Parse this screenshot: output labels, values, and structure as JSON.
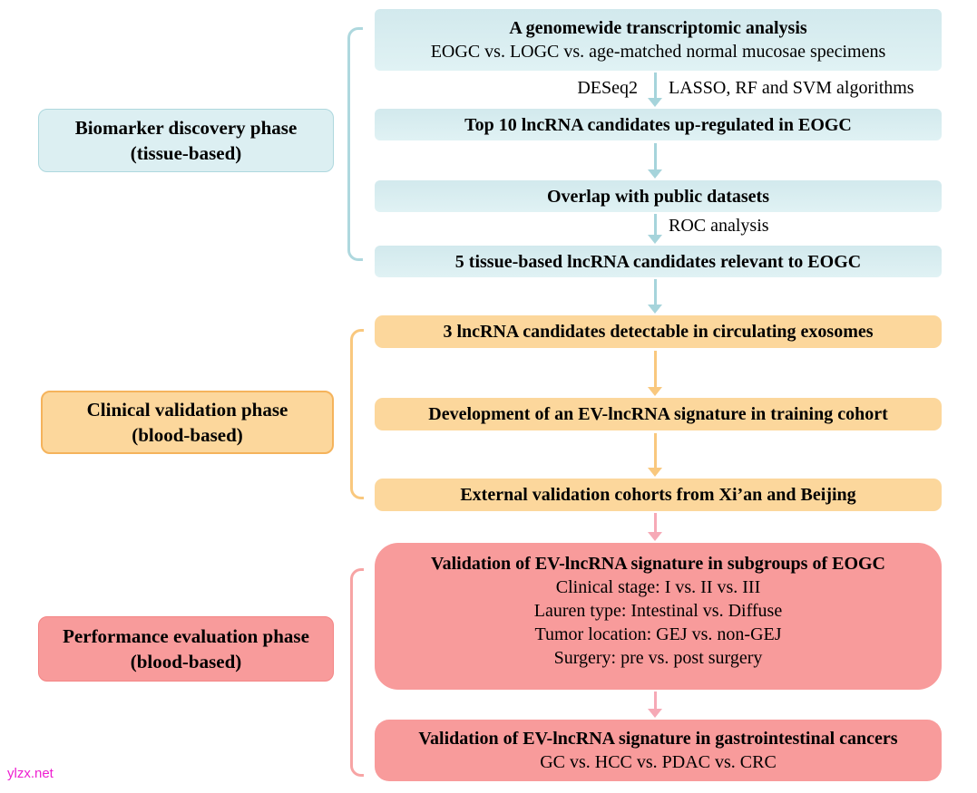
{
  "watermark": "ylzx.net",
  "colors": {
    "teal_box": "#d9edf0",
    "teal_accent": "#a6d4db",
    "orange_box": "#fcd79c",
    "orange_accent": "#f9c87e",
    "pink_box": "#f89b9b",
    "pink_accent": "#f6a9b6",
    "watermark_color": "#ee1fd0",
    "text_color": "#000000"
  },
  "phases": [
    {
      "label_line1": "Biomarker discovery phase",
      "label_line2": "(tissue-based)"
    },
    {
      "label_line1": "Clinical validation phase",
      "label_line2": "(blood-based)"
    },
    {
      "label_line1": "Performance evaluation phase",
      "label_line2": "(blood-based)"
    }
  ],
  "flow": {
    "box1_title": "A genomewide transcriptomic analysis",
    "box1_subtitle": "EOGC vs. LOGC vs. age-matched normal mucosae specimens",
    "arrow1_left_label": "DESeq2",
    "arrow1_right_label": "LASSO, RF and SVM algorithms",
    "box2_title": "Top 10 lncRNA candidates up-regulated in EOGC",
    "box3_title": "Overlap with public datasets",
    "arrow3_label": "ROC analysis",
    "box4_title": "5 tissue-based lncRNA candidates relevant to EOGC",
    "box5_title": "3 lncRNA candidates detectable in circulating exosomes",
    "box6_title": "Development of an EV-lncRNA signature in training cohort",
    "box7_title": "External validation cohorts from Xi’an and Beijing",
    "box8_title": "Validation of EV-lncRNA signature in subgroups of EOGC",
    "box8_lines": [
      "Clinical stage: I vs. II vs. III",
      "Lauren type: Intestinal vs. Diffuse",
      "Tumor location: GEJ vs. non-GEJ",
      "Surgery: pre vs. post surgery"
    ],
    "box9_title": "Validation of EV-lncRNA signature in gastrointestinal cancers",
    "box9_subtitle": "GC vs. HCC vs. PDAC vs. CRC"
  }
}
